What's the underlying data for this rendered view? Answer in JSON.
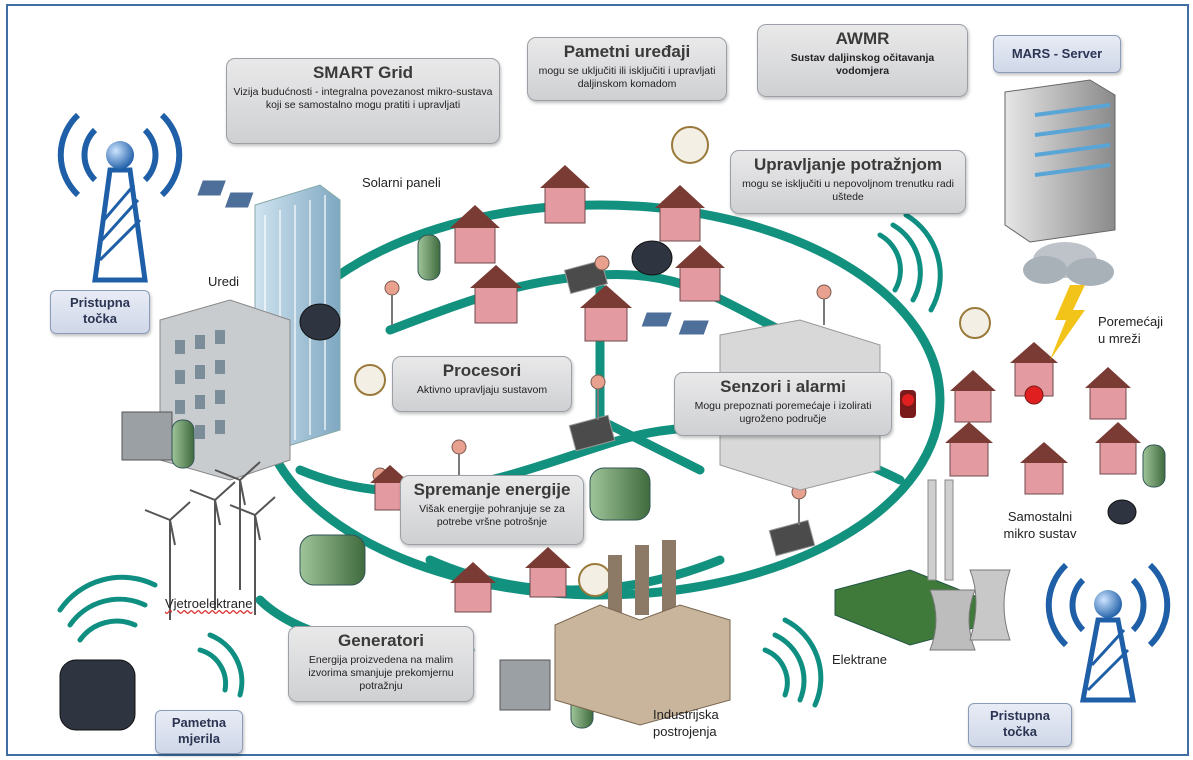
{
  "callouts": {
    "smart_grid": {
      "title": "SMART Grid",
      "desc": "Vizija budućnosti - integralna povezanost mikro-sustava koji se samostalno mogu pratiti i upravljati"
    },
    "pametni": {
      "title": "Pametni uređaji",
      "desc": "mogu se  uključiti ili isključiti  i upravljati  daljinskom komadom"
    },
    "awmr": {
      "title": "AWMR",
      "desc": "Sustav daljinskog očitavanja vodomjera"
    },
    "upravljanje": {
      "title": "Upravljanje potražnjom",
      "desc": "mogu se  isključiti  u nepovoljnom trenutku radi uštede"
    },
    "procesori": {
      "title": "Procesori",
      "desc": "Aktivno upravljaju sustavom"
    },
    "senzori": {
      "title": "Senzori i alarmi",
      "desc": "Mogu prepoznati poremećaje i izolirati ugroženo područje"
    },
    "spremanje": {
      "title": "Spremanje energije",
      "desc": "Višak energije pohranjuje se  za  potrebe vršne potrošnje"
    },
    "generatori": {
      "title": "Generatori",
      "desc": "Energija  proizvedena na malim izvorima  smanjuje prekomjernu potražnju"
    }
  },
  "tags": {
    "mars": "MARS - Server",
    "pristupna_left": "Pristupna točka",
    "pristupna_right": "Pristupna točka",
    "pametna": "Pametna mjerila"
  },
  "labels": {
    "solarni": "Solarni paneli",
    "uredi": "Uredi",
    "poremecaji": "Poremećaji u mreži",
    "samostalni": "Samostalni mikro sustav",
    "vjetro": "Vjetroelektrane",
    "elektrane": "Elektrane",
    "industrijska": "Industrijska postrojenja"
  },
  "colors": {
    "grid_line": "#13917f",
    "frame": "#3e6fa3",
    "tower": "#1f5fa8",
    "house_wall": "#e39aa0",
    "house_roof": "#7a3b34",
    "solar": "#4d6f9a"
  }
}
